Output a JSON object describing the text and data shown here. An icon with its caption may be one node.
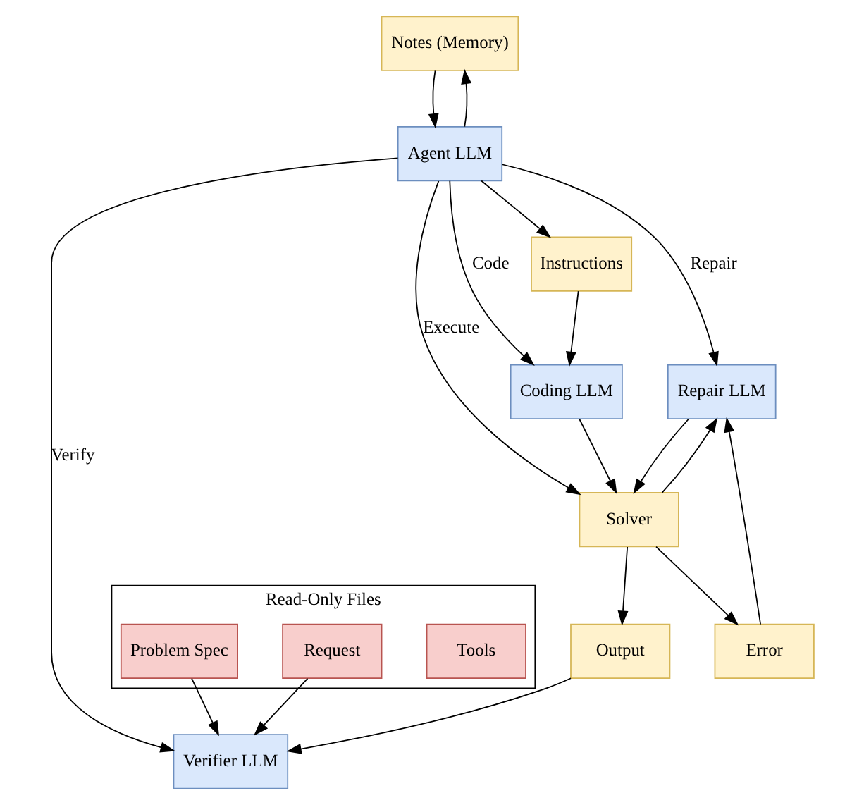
{
  "diagram": {
    "nodes": [
      {
        "text": [
          "Notes (Memory)"
        ]
      },
      {
        "text": [
          "Agent LLM"
        ]
      },
      {
        "text": [
          "Read-Only Files"
        ]
      },
      {
        "text": [
          "Tools"
        ],
        "in": 2
      },
      {
        "text": [
          "Problem Spec"
        ],
        "in": 2
      },
      {
        "text": [
          "Request"
        ],
        "in": 2
      },
      {
        "text": [
          "Instructions"
        ]
      },
      {
        "text": [
          "Coding LLM"
        ]
      },
      {
        "text": [
          "Solver"
        ]
      },
      {
        "text": [
          "Output"
        ]
      },
      {
        "text": [
          "Verifier LLM"
        ]
      },
      {
        "text": [
          "Error"
        ]
      },
      {
        "text": [
          "Repair LLM"
        ]
      }
    ],
    "edges": [
      {
        "from": 1,
        "to": 0,
        "arrow": "to"
      },
      {
        "from": 0,
        "to": 1,
        "arrow": "to"
      },
      {
        "from": 1,
        "to": 6,
        "arrow": "to"
      },
      {
        "from": 1,
        "to": 7,
        "arrow": "to",
        "label": "Code"
      },
      {
        "from": 6,
        "to": 7,
        "arrow": "to"
      },
      {
        "from": 7,
        "to": 8,
        "arrow": "to"
      },
      {
        "from": 1,
        "to": 8,
        "arrow": "to",
        "label": "Execute"
      },
      {
        "from": 1,
        "to": 12,
        "arrow": "to",
        "label": "Repair"
      },
      {
        "from": 1,
        "to": 10,
        "arrow": "to",
        "label": "Verify"
      },
      {
        "from": 8,
        "to": 9,
        "arrow": "to"
      },
      {
        "from": 9,
        "to": 10,
        "arrow": "to"
      },
      {
        "from": 8,
        "to": 11,
        "arrow": "to"
      },
      {
        "from": 8,
        "to": 12,
        "arrow": "to"
      },
      {
        "from": 11,
        "to": 12,
        "arrow": "to"
      },
      {
        "from": 12,
        "to": 8,
        "arrow": "to"
      },
      {
        "from": 4,
        "to": 10,
        "arrow": "to"
      },
      {
        "from": 5,
        "to": 10,
        "arrow": "to"
      }
    ]
  }
}
